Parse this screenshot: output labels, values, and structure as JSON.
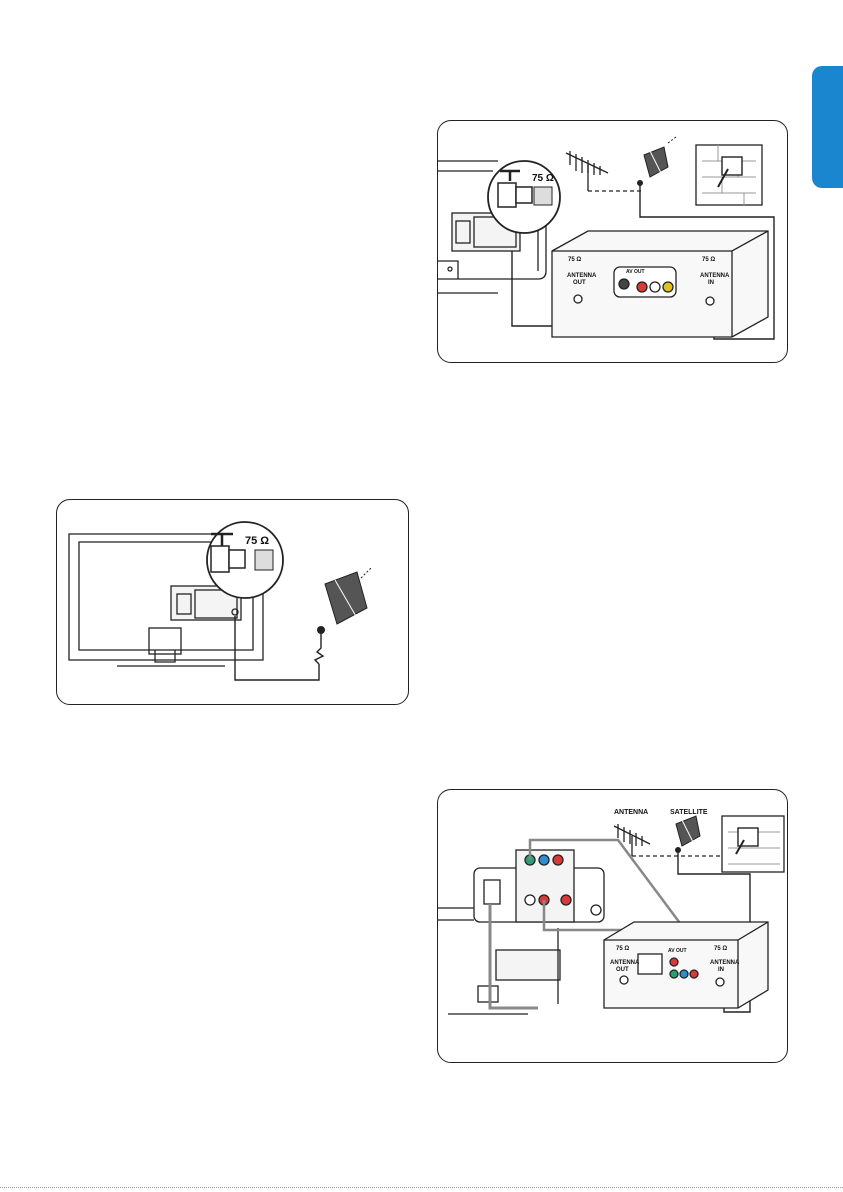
{
  "figures": {
    "fig1": {
      "impedance": "75 Ω",
      "box_impedance_left": "75 Ω",
      "box_impedance_right": "75 Ω",
      "antenna_out_1": "ANTENNA",
      "antenna_out_2": "OUT",
      "antenna_in_1": "ANTENNA",
      "antenna_in_2": "IN",
      "av_out": "AV OUT"
    },
    "fig2": {
      "impedance": "75 Ω"
    },
    "fig3": {
      "antenna_label": "ANTENNA",
      "satellite_label": "SATELLITE",
      "box_impedance_left": "75 Ω",
      "box_impedance_right": "75 Ω",
      "antenna_out_1": "ANTENNA",
      "antenna_out_2": "OUT",
      "antenna_in_1": "ANTENNA",
      "antenna_in_2": "IN",
      "av_out": "AV OUT"
    }
  },
  "colors": {
    "tab": "#1a86d0",
    "red_jack": "#d83a3a",
    "yellow_jack": "#e2c020",
    "green_jack": "#2aa070",
    "blue_jack": "#2f8ed0"
  }
}
